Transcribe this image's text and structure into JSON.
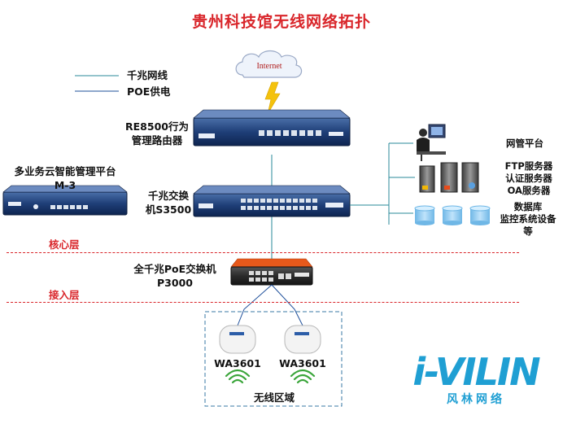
{
  "title": "贵州科技馆无线网络拓扑",
  "legend": {
    "gigabit": "千兆网线",
    "poe": "POE供电"
  },
  "cloud_label": "Internet",
  "router": {
    "line1": "RE8500行为",
    "line2": "管理路由器"
  },
  "cloud_platform": {
    "line1": "多业务云智能管理平台",
    "line2": "M-3"
  },
  "core_switch": {
    "line1": "千兆交换",
    "line2": "机S3500"
  },
  "layers": {
    "core": "核心层",
    "access": "接入层"
  },
  "poe_switch": {
    "line1": "全千兆PoE交换机",
    "line2": "P3000"
  },
  "servers": {
    "mgmt": "网管平台",
    "group": [
      "FTP服务器",
      "认证服务器",
      "OA服务器"
    ],
    "storage": [
      "数据库",
      "监控系统设备",
      "等"
    ]
  },
  "ap_left": "WA3601",
  "ap_right": "WA3601",
  "wireless_area": "无线区域",
  "brand": {
    "name": "i-VILIN",
    "sub": "风林网络"
  },
  "colors": {
    "title": "#d9262b",
    "gigabit_line": "#2a8a9a",
    "poe_line": "#1e4f9a",
    "brand": "#1f9fd3"
  }
}
